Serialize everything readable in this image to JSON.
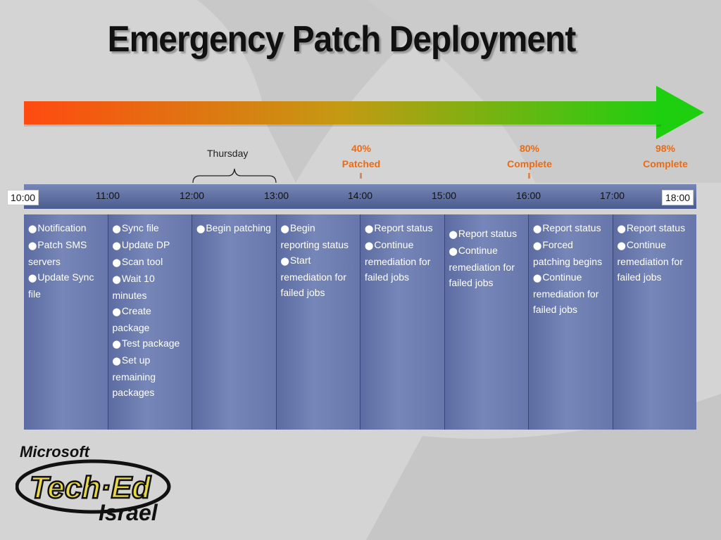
{
  "title": "Emergency Patch Deployment",
  "day_label": "Thursday",
  "milestones": [
    {
      "line1": "40%",
      "line2": "Patched"
    },
    {
      "line1": "80%",
      "line2": "Complete"
    },
    {
      "line1": "98%",
      "line2": "Complete"
    }
  ],
  "times": [
    "10:00",
    "11:00",
    "12:00",
    "13:00",
    "14:00",
    "15:00",
    "16:00",
    "17:00",
    "18:00"
  ],
  "columns": [
    {
      "items": [
        "Notification",
        "Patch SMS servers",
        "Update Sync file"
      ]
    },
    {
      "items": [
        "Sync file",
        "Update DP",
        "Scan tool",
        "Wait 10 minutes",
        "Create package",
        "Test package",
        "Set up remaining packages"
      ]
    },
    {
      "items": [
        "Begin patching"
      ]
    },
    {
      "items": [
        "Begin reporting status",
        "Start remediation for failed jobs"
      ]
    },
    {
      "items": [
        "Report status",
        "Continue remediation for failed jobs"
      ]
    },
    {
      "items": [
        "Report status",
        "Continue remediation for failed jobs"
      ]
    },
    {
      "items": [
        "Report status",
        "Forced patching begins",
        "Continue remediation for failed jobs"
      ]
    },
    {
      "items": [
        "Report status",
        "Continue remediation for failed jobs"
      ]
    }
  ],
  "logo": {
    "brand": "Microsoft",
    "product": "Tech·Ed",
    "region": "Israel"
  },
  "colors": {
    "arrow_start": "#ff4a10",
    "arrow_end": "#1ecf10",
    "milestone": "#ee6a10",
    "grid": "#5c6ca2"
  }
}
